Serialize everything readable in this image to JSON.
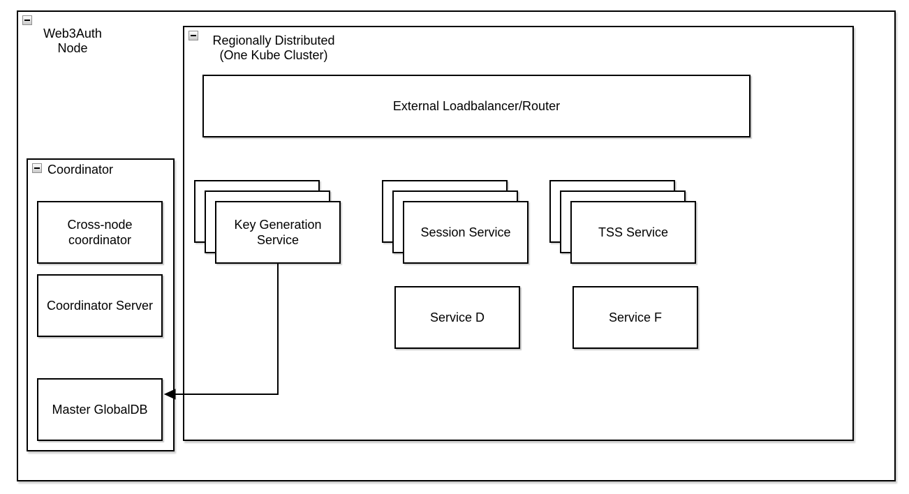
{
  "containers": {
    "web3auth": {
      "lines": [
        "Web3Auth",
        "Node"
      ]
    },
    "kube": {
      "lines": [
        "Regionally Distributed",
        "(One Kube Cluster)"
      ]
    },
    "coordinator": {
      "label": "Coordinator"
    }
  },
  "nodes": {
    "loadbalancer": {
      "label": "External Loadbalancer/Router"
    },
    "keygen": {
      "label": "Key Generation Service",
      "replicas_shown": 3
    },
    "session": {
      "label": "Session Service",
      "replicas_shown": 3
    },
    "tss": {
      "label": "TSS Service",
      "replicas_shown": 3
    },
    "service_d": {
      "label": "Service D"
    },
    "service_f": {
      "label": "Service F"
    },
    "cross_node": {
      "label": "Cross-node coordinator"
    },
    "coord_server": {
      "label": "Coordinator Server"
    },
    "master_db": {
      "label": "Master GlobalDB"
    }
  },
  "edges": [
    {
      "from": "Key Generation Service",
      "to": "Master GlobalDB",
      "style": "orthogonal",
      "arrowhead": "filled-triangle-left"
    }
  ],
  "colors": {
    "stroke": "#000000",
    "fill": "#ffffff",
    "background": "#ffffff"
  }
}
